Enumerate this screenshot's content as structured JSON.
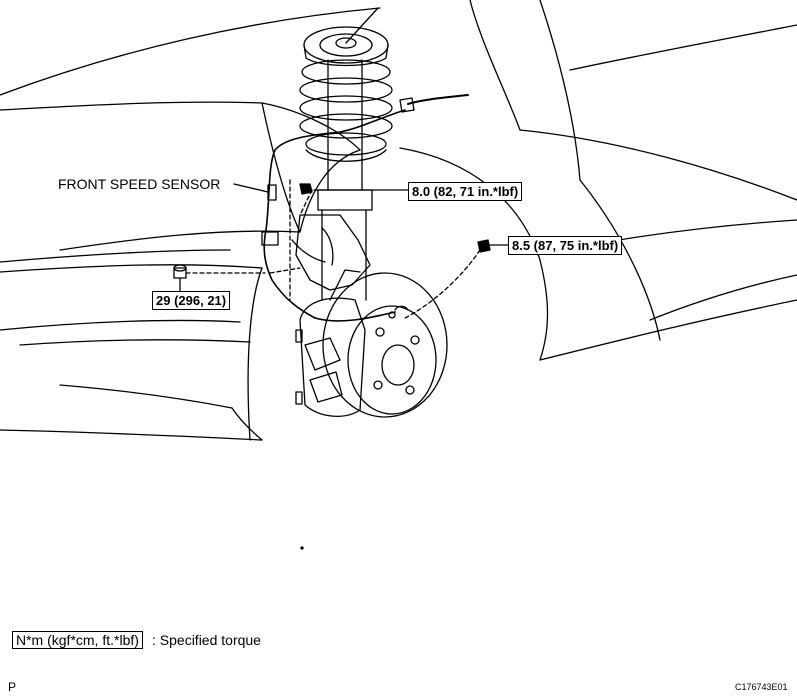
{
  "labels": {
    "front_speed_sensor": "FRONT SPEED SENSOR",
    "torque_upper": "8.0 (82, 71 in.*lbf)",
    "torque_right": "8.5 (87, 75 in.*lbf)",
    "torque_left": "29 (296, 21)"
  },
  "legend": {
    "units": "N*m (kgf*cm, ft.*lbf)",
    "description": ": Specified torque"
  },
  "footer": {
    "left_letter": "P",
    "code": "C176743E01"
  }
}
